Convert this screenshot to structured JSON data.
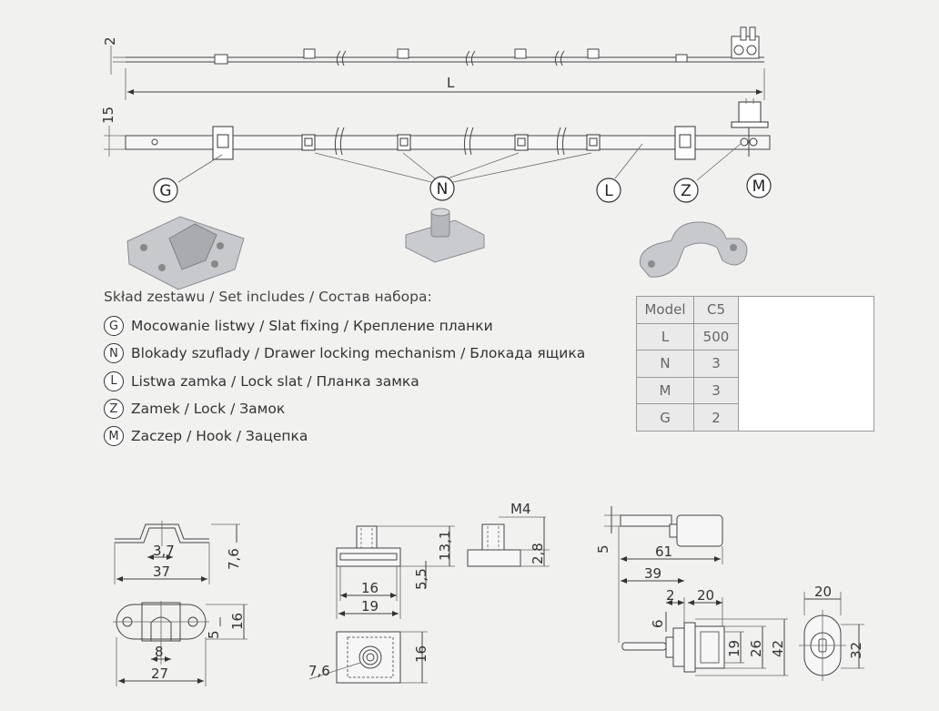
{
  "top_drawing": {
    "dim_thickness": "2",
    "dim_length": "L",
    "dim_height": "15",
    "callouts": [
      "G",
      "N",
      "L",
      "Z",
      "M"
    ]
  },
  "legend": {
    "title": "Skład zestawu / Set includes / Состав набора:",
    "items": [
      {
        "code": "G",
        "text": "Mocowanie listwy / Slat fixing / Крепление планки"
      },
      {
        "code": "N",
        "text": "Blokady szuflady / Drawer locking mechanism / Блокада ящика"
      },
      {
        "code": "L",
        "text": "Listwa zamka / Lock slat / Планка замка"
      },
      {
        "code": "Z",
        "text": "Zamek / Lock / Замок"
      },
      {
        "code": "M",
        "text": "Zaczep  / Hook / Зацепка"
      }
    ]
  },
  "spec_table": {
    "rows": [
      {
        "key": "Model",
        "value": "C5"
      },
      {
        "key": "L",
        "value": "500"
      },
      {
        "key": "N",
        "value": "3"
      },
      {
        "key": "M",
        "value": "3"
      },
      {
        "key": "G",
        "value": "2"
      }
    ]
  },
  "hook_drawing": {
    "d1": "3,7",
    "d2": "37",
    "d3": "7,6",
    "d4": "5",
    "d5": "16",
    "d6": "8",
    "d7": "27"
  },
  "block_drawing": {
    "d1": "13,1",
    "d2": "5,5",
    "d3": "16",
    "d4": "19",
    "d5": "M4",
    "d6": "2,8",
    "d7": "7,6",
    "d8": "16"
  },
  "lock_drawing": {
    "d1": "5",
    "d2": "61",
    "d3": "39",
    "d4": "2",
    "d5": "20",
    "d6": "6",
    "d7": "19",
    "d8": "26",
    "d9": "42",
    "d10": "20",
    "d11": "32"
  }
}
